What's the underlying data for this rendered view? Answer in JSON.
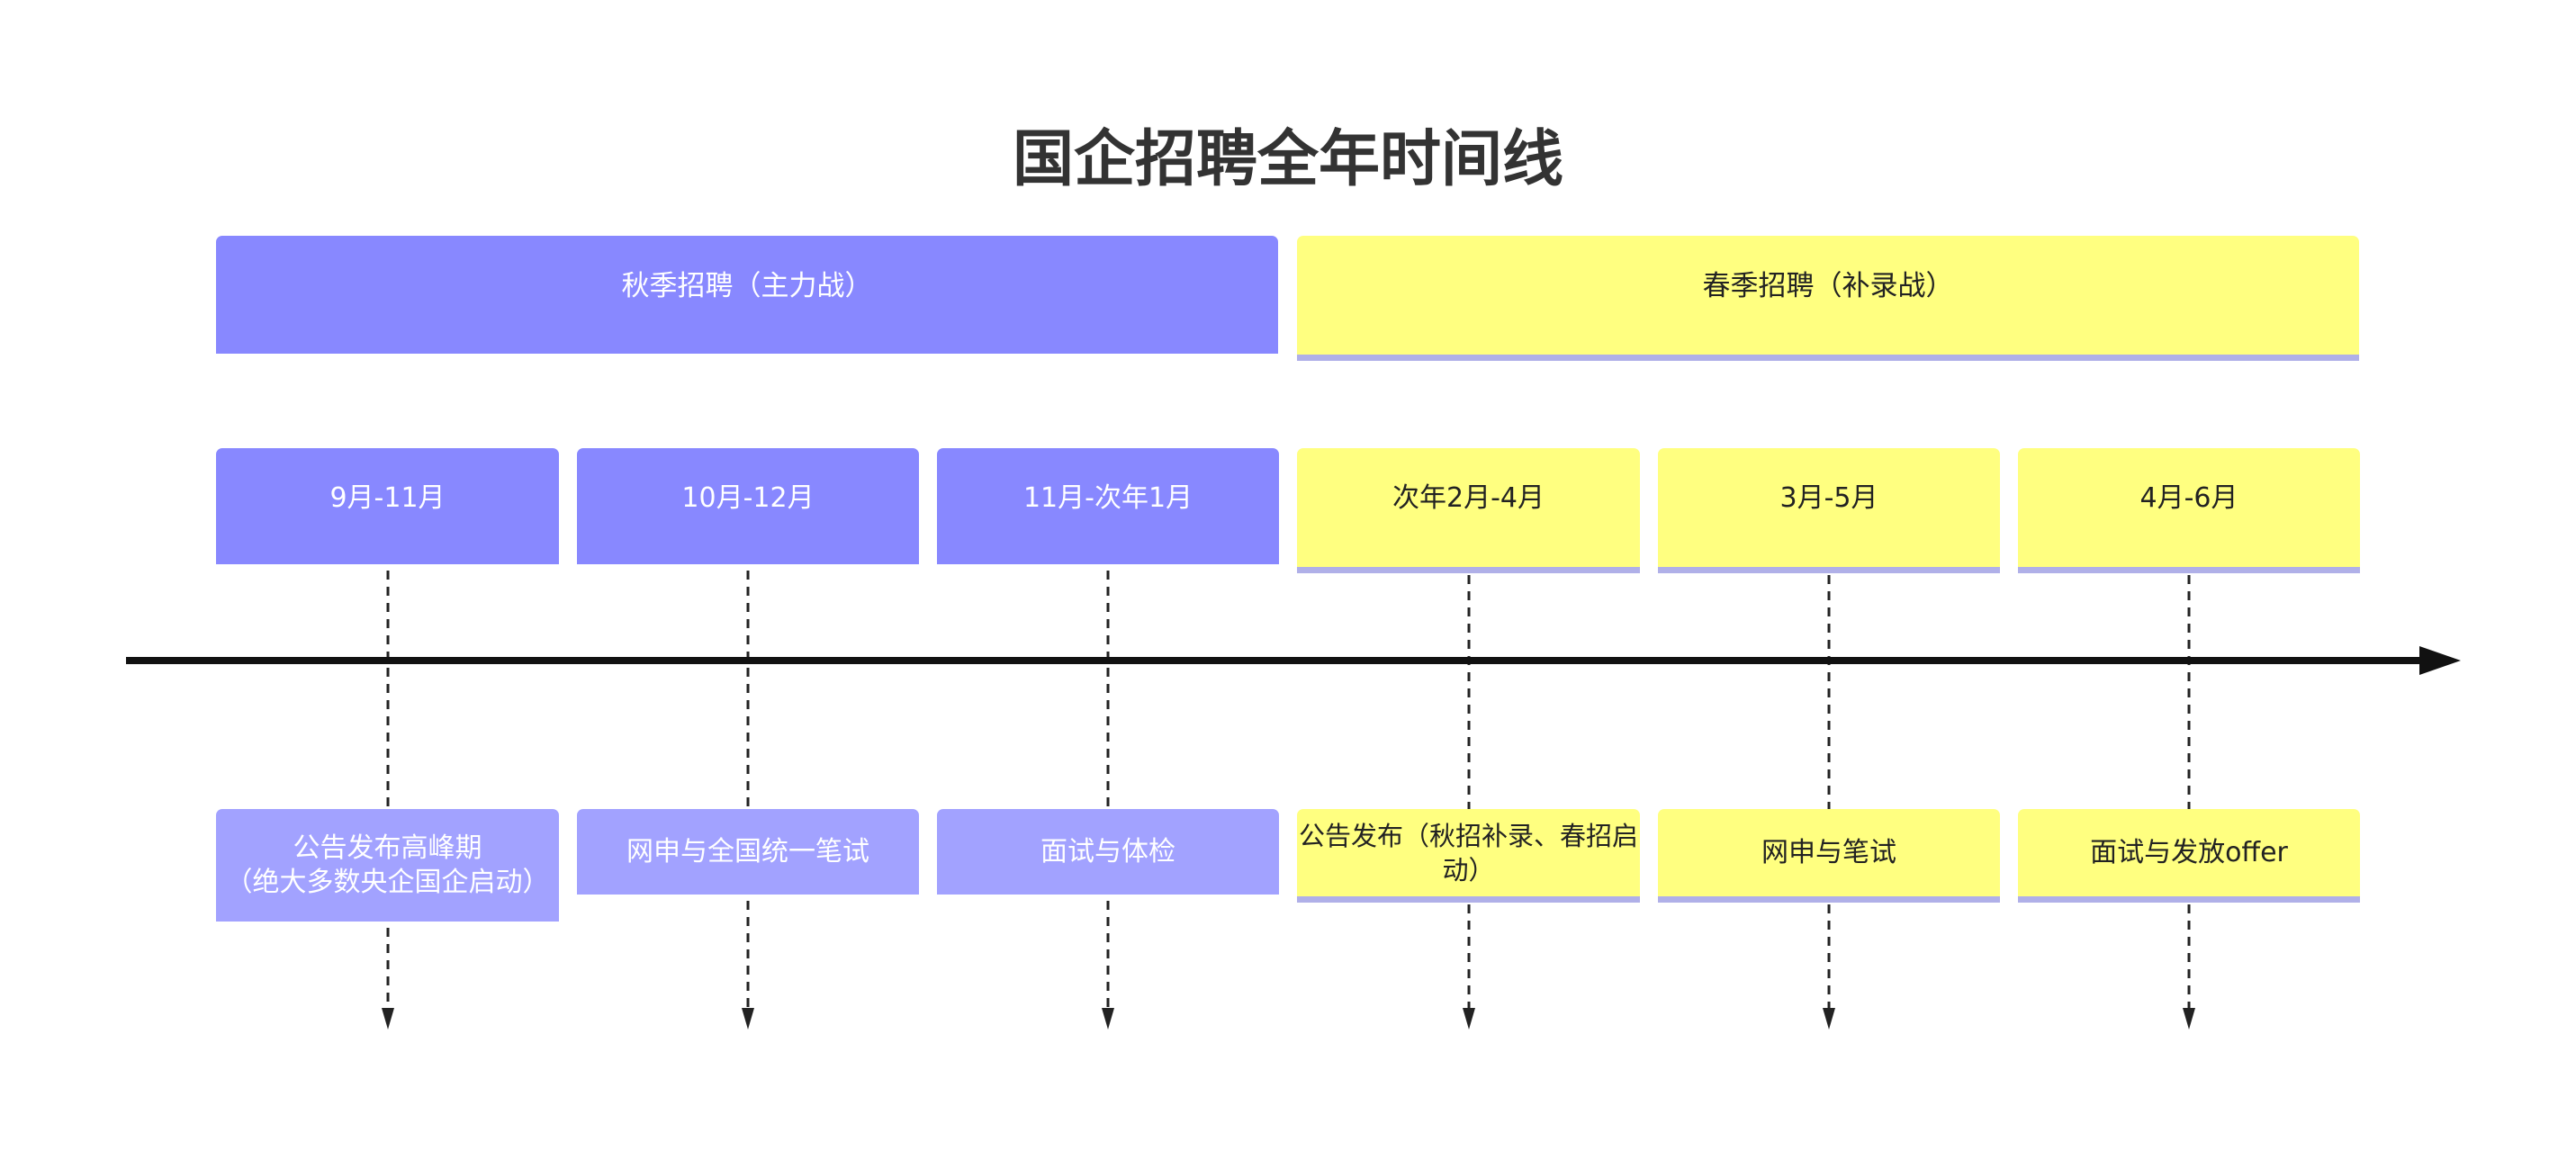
{
  "title": "国企招聘全年时间线",
  "seasons": [
    {
      "label": "秋季招聘（主力战）",
      "color": "#8888ff"
    },
    {
      "label": "春季招聘（补录战）",
      "color": "#ffff80"
    }
  ],
  "periods": [
    {
      "label": "9月-11月",
      "event": "公告发布高峰期\n（绝大多数央企国企启动）"
    },
    {
      "label": "10月-12月",
      "event": "网申与全国统一笔试"
    },
    {
      "label": "11月-次年1月",
      "event": "面试与体检"
    },
    {
      "label": "次年2月-4月",
      "event": "公告发布（秋招补录、春招启动）"
    },
    {
      "label": "3月-5月",
      "event": "网申与笔试"
    },
    {
      "label": "4月-6月",
      "event": "面试与发放offer"
    }
  ],
  "colors": {
    "autumn": "#8888ff",
    "autumn_light": "#a2a2ff",
    "spring": "#ffff80",
    "spring_border": "#b0b0e8",
    "axis": "#111111"
  }
}
